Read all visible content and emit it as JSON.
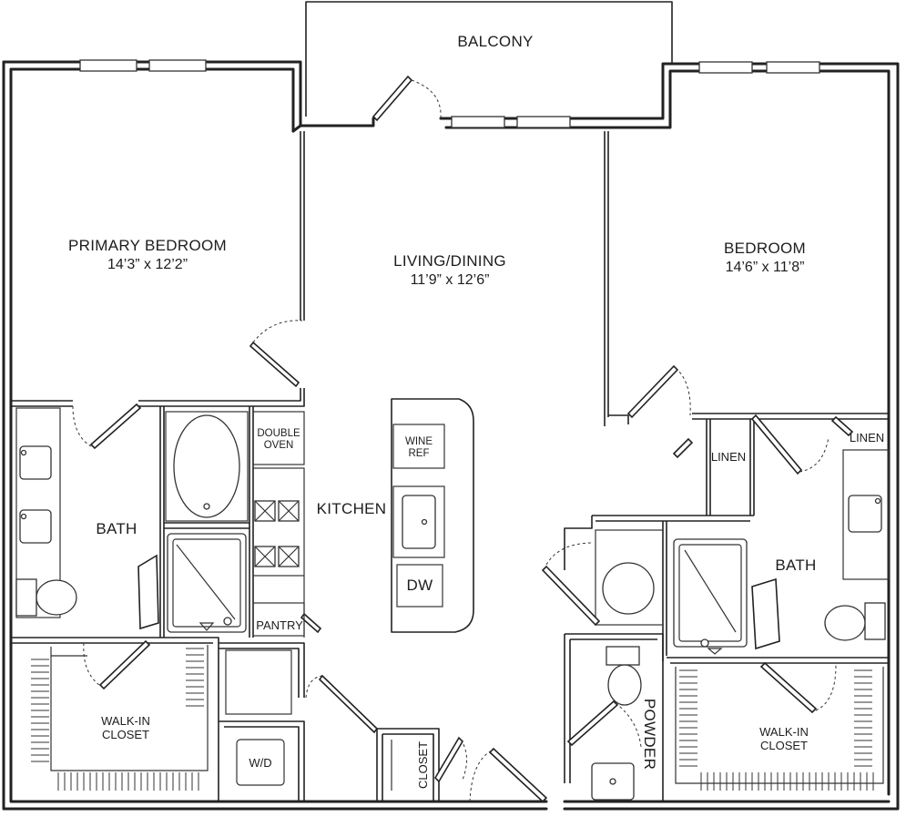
{
  "rooms": {
    "balcony": "BALCONY",
    "primary_bedroom": {
      "name": "PRIMARY BEDROOM",
      "dims": "14’3” x 12’2”"
    },
    "living_dining": {
      "name": "LIVING/DINING",
      "dims": "11’9” x 12’6”"
    },
    "bedroom": {
      "name": "BEDROOM",
      "dims": "14’6” x 11’8”"
    },
    "kitchen": "KITCHEN",
    "bath_primary": "BATH",
    "bath_secondary": "BATH",
    "walk_in_closet_primary": [
      "WALK-IN",
      "CLOSET"
    ],
    "walk_in_closet_secondary": [
      "WALK-IN",
      "CLOSET"
    ],
    "powder": "POWDER",
    "closet": "CLOSET",
    "pantry": "PANTRY",
    "linen_hall": "LINEN",
    "linen_bath": "LINEN"
  },
  "appliances": {
    "double_oven": [
      "DOUBLE",
      "OVEN"
    ],
    "wine_ref": [
      "WINE",
      "REF"
    ],
    "dishwasher": "DW",
    "washer_dryer": "W/D"
  },
  "style": {
    "line_color": "#222222",
    "background": "#ffffff"
  }
}
